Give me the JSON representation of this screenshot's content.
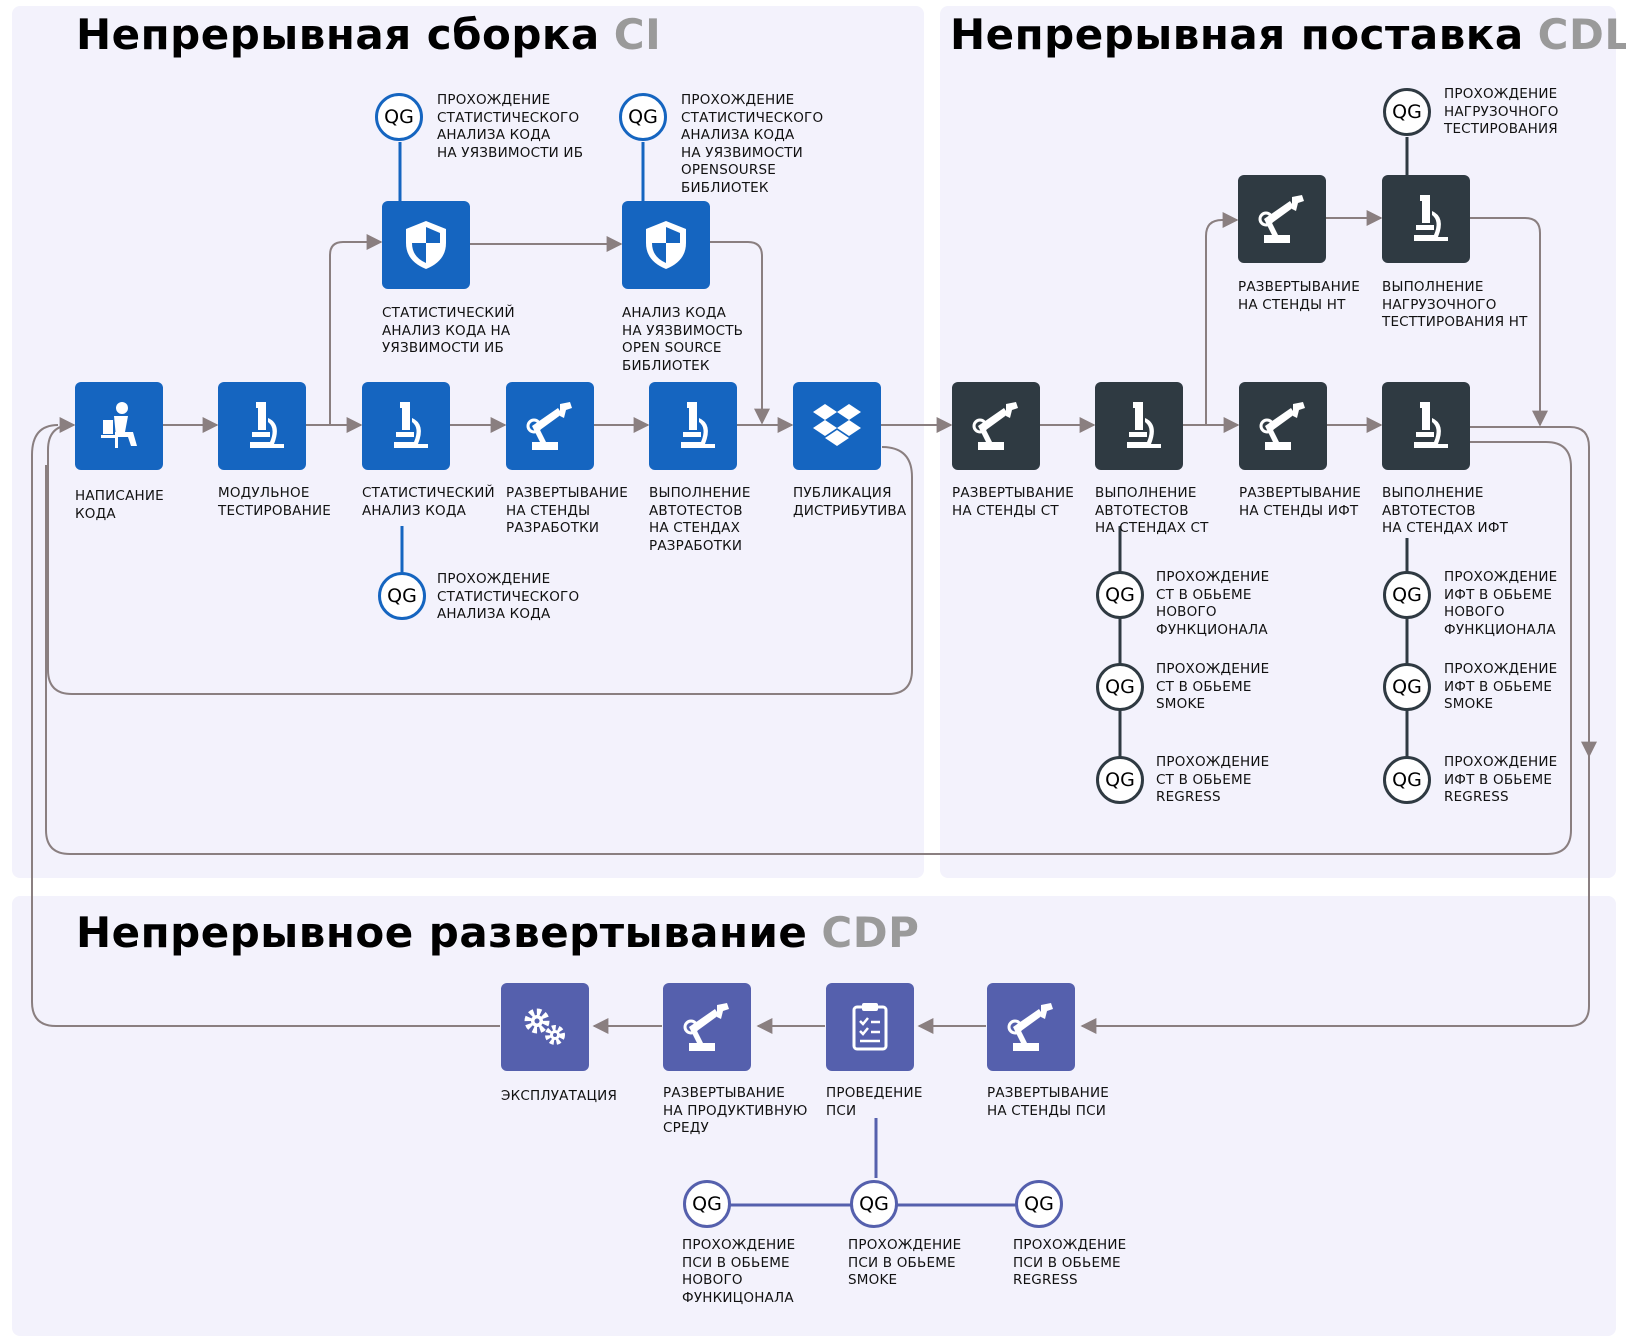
{
  "sections": {
    "ci": {
      "title": "Непрерывная сборка",
      "accent": "CI"
    },
    "cdl": {
      "title": "Непрерывная поставка",
      "accent": "CDL"
    },
    "cdp": {
      "title": "Непрерывное развертывание",
      "accent": "CDP"
    }
  },
  "colors": {
    "ci": "#1565c0",
    "cdl": "#2f3a42",
    "cdp": "#5560ad",
    "panel": "#f3f2fc",
    "line": "#8a7f80"
  },
  "qg_text": "QG",
  "ci": {
    "write": "НАПИСАНИЕ\nКОДА",
    "unit": "МОДУЛЬНОЕ\nТЕСТИРОВАНИЕ",
    "static": "СТАТИСТИЧЕСКИЙ\nАНАЛИЗ КОДА",
    "deploy_dev": "РАЗВЕРТЫВАНИЕ\nНА СТЕНДЫ\nРАЗРАБОТКИ",
    "autotest_dev": "ВЫПОЛНЕНИЕ\nАВТОТЕСТОВ\nНА СТЕНДАХ\nРАЗРАБОТКИ",
    "publish": "ПУБЛИКАЦИЯ\nДИСТРИБУТИВА",
    "sec_ib": "СТАТИСТИЧЕСКИЙ\nАНАЛИЗ КОДА НА\nУЯЗВИМОСТИ ИБ",
    "sec_os": "АНАЛИЗ КОДА\nНА УЯЗВИМОСТЬ\nOPEN SOURCE\nБИБЛИОТЕК",
    "qg_sec_ib": "ПРОХОЖДЕНИЕ\nСТАТИСТИЧЕСКОГО\nАНАЛИЗА КОДА\nНА УЯЗВИМОСТИ ИБ",
    "qg_sec_os": "ПРОХОЖДЕНИЕ\nСТАТИСТИЧЕСКОГО\nАНАЛИЗА КОДА\nНА УЯЗВИМОСТИ\nOPENSOURSE\nБИБЛИОТЕК",
    "qg_static": "ПРОХОЖДЕНИЕ\nСТАТИСТИЧЕСКОГО\nАНАЛИЗА КОДА"
  },
  "cdl": {
    "deploy_st": "РАЗВЕРТЫВАНИЕ\nНА СТЕНДЫ СТ",
    "autotest_st": "ВЫПОЛНЕНИЕ\nАВТОТЕСТОВ\nНА СТЕНДАХ СТ",
    "deploy_ift": "РАЗВЕРТЫВАНИЕ\nНА СТЕНДЫ ИФТ",
    "autotest_ift": "ВЫПОЛНЕНИЕ\nАВТОТЕСТОВ\nНА СТЕНДАХ ИФТ",
    "deploy_nt": "РАЗВЕРТЫВАНИЕ\nНА СТЕНДЫ НТ",
    "load_nt": "ВЫПОЛНЕНИЕ\nНАГРУЗОЧНОГО\nТЕСТТИРОВАНИЯ НТ",
    "qg_load": "ПРОХОЖДЕНИЕ\nНАГРУЗОЧНОГО\nТЕСТИРОВАНИЯ",
    "qg_st_new": "ПРОХОЖДЕНИЕ\nСТ В ОБЬЕМЕ\nНОВОГО\nФУНКЦИОНАЛА",
    "qg_st_smoke": "ПРОХОЖДЕНИЕ\nСТ В ОБЬЕМЕ\nSMOKE",
    "qg_st_regress": "ПРОХОЖДЕНИЕ\nСТ В ОБЬЕМЕ\nREGRESS",
    "qg_ift_new": "ПРОХОЖДЕНИЕ\nИФТ В ОБЬЕМЕ\nНОВОГО\nФУНКЦИОНАЛА",
    "qg_ift_smoke": "ПРОХОЖДЕНИЕ\nИФТ В ОБЬЕМЕ\nSMOKE",
    "qg_ift_regress": "ПРОХОЖДЕНИЕ\nИФТ В ОБЬЕМЕ\nREGRESS"
  },
  "cdp": {
    "operation": "ЭКСПЛУАТАЦИЯ",
    "deploy_prod": "РАЗВЕРТЫВАНИЕ\nНА ПРОДУКТИВНУЮ\nСРЕДУ",
    "psi": "ПРОВЕДЕНИЕ\nПСИ",
    "deploy_psi": "РАЗВЕРТЫВАНИЕ\nНА СТЕНДЫ ПСИ",
    "qg_psi_new": "ПРОХОЖДЕНИЕ\nПСИ В ОБЬЕМЕ\nНОВОГО\nФУНКИЦОНАЛА",
    "qg_psi_smoke": "ПРОХОЖДЕНИЕ\nПСИ В ОБЬЕМЕ\nSMOKE",
    "qg_psi_regress": "ПРОХОЖДЕНИЕ\nПСИ В ОБЬЕМЕ\nREGRESS"
  }
}
